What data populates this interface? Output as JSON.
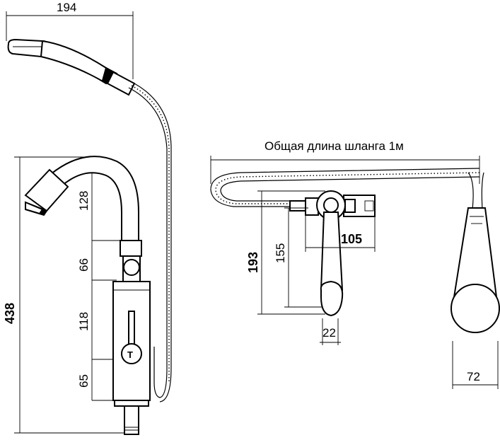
{
  "labels": {
    "hose_length": "Общая длина шланга 1м"
  },
  "dimensions": {
    "top_width": "194",
    "total_height": "438",
    "spout_height": "128",
    "neck_height": "66",
    "body_upper": "118",
    "body_lower": "65",
    "side_193": "193",
    "side_155": "155",
    "side_105": "105",
    "side_22": "22",
    "head_72": "72"
  }
}
